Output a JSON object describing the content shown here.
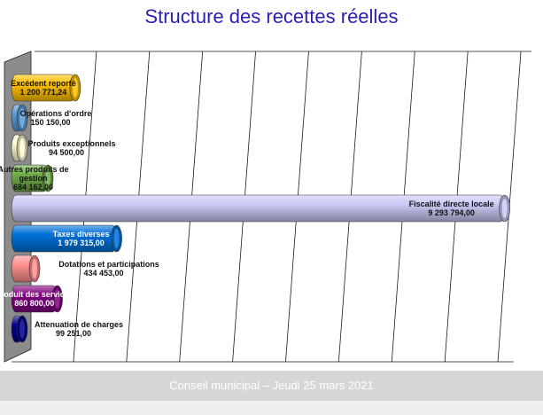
{
  "title": "Structure des recettes réelles",
  "footer": "Conseil municipal – Jeudi 25 mars 2021",
  "chart_data": {
    "type": "bar",
    "orientation": "horizontal",
    "style": "3d-cylinder",
    "grid": true,
    "categories": [
      "Excédent reporté",
      "Opérations d'ordre",
      "Produits exceptionnels",
      "Autres produits de gestion",
      "Fiscalité directe locale",
      "Taxes diverses",
      "Dotations et participations",
      "Produit des services",
      "Attenuation de charges"
    ],
    "values": [
      1200771.24,
      150150.0,
      94500.0,
      684162.0,
      9293794.0,
      1979315.0,
      434453.0,
      860800.0,
      99251.0
    ],
    "value_labels": [
      "1 200 771,24",
      "150 150,00",
      "94 500,00",
      "684 162,00",
      "9 293 794,00",
      "1 979 315,00",
      "434 453,00",
      "860 800,00",
      "99 251,00"
    ],
    "colors": [
      "#ffc000",
      "#5b9bd5",
      "#fffbd0",
      "#70ad47",
      "#c9c9f5",
      "#0070d8",
      "#ff8f8f",
      "#800080",
      "#00008b"
    ],
    "xlim": [
      0,
      9500000
    ]
  }
}
